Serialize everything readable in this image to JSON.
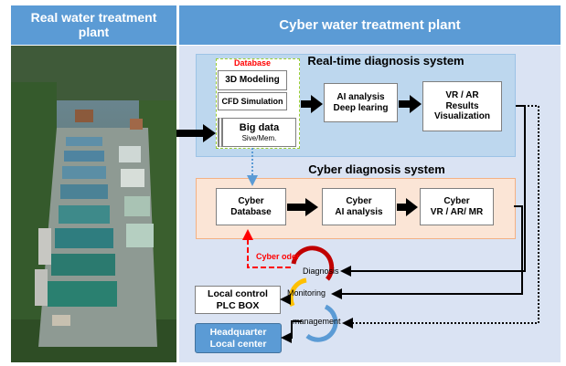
{
  "headers": {
    "real": "Real water treatment plant",
    "cyber": "Cyber water treatment plant"
  },
  "realtime": {
    "title": "Real-time diagnosis system",
    "database_label": "Database",
    "modeling": "3D Modeling",
    "cfd": "CFD Simulation",
    "bigdata_line1": "Big data",
    "bigdata_line2": "Sive/Mem.",
    "ai_line1": "AI analysis",
    "ai_line2": "Deep learing",
    "vr_line1": "VR / AR",
    "vr_line2": "Results",
    "vr_line3": "Visualization"
  },
  "cyber": {
    "title": "Cyber diagnosis system",
    "db_line1": "Cyber",
    "db_line2": "Database",
    "ai_line1": "Cyber",
    "ai_line2": "AI analysis",
    "vr_line1": "Cyber",
    "vr_line2": "VR / AR/ MR"
  },
  "control": {
    "cyber_order": "Cyber oder",
    "diagnosis": "Diagnosis",
    "monitoring": "Monitoring",
    "management": "management",
    "local_line1": "Local control",
    "local_line2": "PLC BOX",
    "hq_line1": "Headquarter",
    "hq_line2": "Local center"
  },
  "colors": {
    "header_blue": "#5b9bd5",
    "realtime_panel": "#bdd7ee",
    "cyber_panel": "#fbe5d6",
    "database_red": "#ff0000",
    "cycle_red": "#c00000",
    "cycle_yellow": "#ffc000",
    "cycle_blue": "#5b9bd5",
    "hq_fill": "#5b9bd5"
  }
}
